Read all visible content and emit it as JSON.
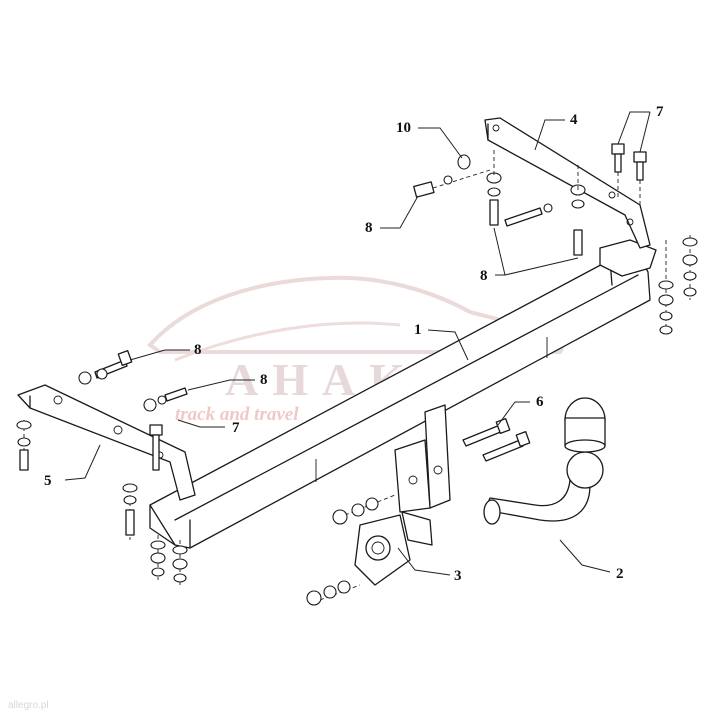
{
  "watermark": {
    "brand": "AHAKA",
    "tagline": "track and travel"
  },
  "credit": "allegro.pl",
  "callouts": {
    "c1": "1",
    "c2": "2",
    "c3": "3",
    "c4": "4",
    "c5": "5",
    "c6": "6",
    "c7_top": "7",
    "c7_left": "7",
    "c8_right_top": "8",
    "c8_right_mid": "8",
    "c8_left_top": "8",
    "c8_left_mid": "8",
    "c10": "10"
  },
  "colors": {
    "line": "#1a1a1a",
    "watermark": "#e7d9d9",
    "watermark_sub": "#f1c8c8"
  }
}
